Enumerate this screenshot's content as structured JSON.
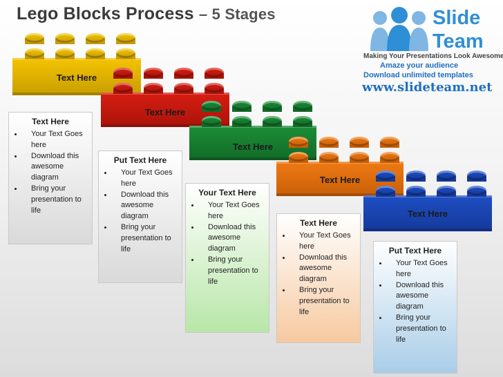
{
  "title": {
    "main": "Lego Blocks Process",
    "sub": "– 5 Stages"
  },
  "logo": {
    "brand_line1": "Slide",
    "brand_line2": "Team",
    "tagline": "Making Your Presentations Look Awesome",
    "promo_line1": "Amaze your audience",
    "promo_line2": "Download unlimited templates",
    "url": "www.slideteam.net"
  },
  "bricks": [
    {
      "label": "Text Here",
      "color": "#f5c400",
      "dark": "#c79d00"
    },
    {
      "label": "Text Here",
      "color": "#d81e12",
      "dark": "#a9130a"
    },
    {
      "label": "Text Here",
      "color": "#1c8f38",
      "dark": "#126a27"
    },
    {
      "label": "Text Here",
      "color": "#f07a14",
      "dark": "#c75f07"
    },
    {
      "label": "Text Here",
      "color": "#1e4fc4",
      "dark": "#15399a"
    }
  ],
  "cards": [
    {
      "head": "Text Here",
      "items": [
        "Your Text Goes here",
        "Download this awesome diagram",
        "Bring your presentation to life"
      ]
    },
    {
      "head": "Put Text Here",
      "items": [
        "Your Text Goes here",
        "Download this awesome diagram",
        "Bring your presentation to life"
      ]
    },
    {
      "head": "Your Text Here",
      "items": [
        "Your Text Goes here",
        "Download this awesome diagram",
        "Bring your presentation to life"
      ]
    },
    {
      "head": "Text Here",
      "items": [
        "Your Text Goes here",
        "Download this awesome diagram",
        "Bring your presentation to life"
      ]
    },
    {
      "head": "Put Text Here",
      "items": [
        "Your Text Goes here",
        "Download this awesome diagram",
        "Bring your presentation to life"
      ]
    }
  ],
  "card_colors": [
    "#d9d9d9",
    "#d9d9d9",
    "#b8e6a8",
    "#f6c9a0",
    "#a9cde8"
  ]
}
